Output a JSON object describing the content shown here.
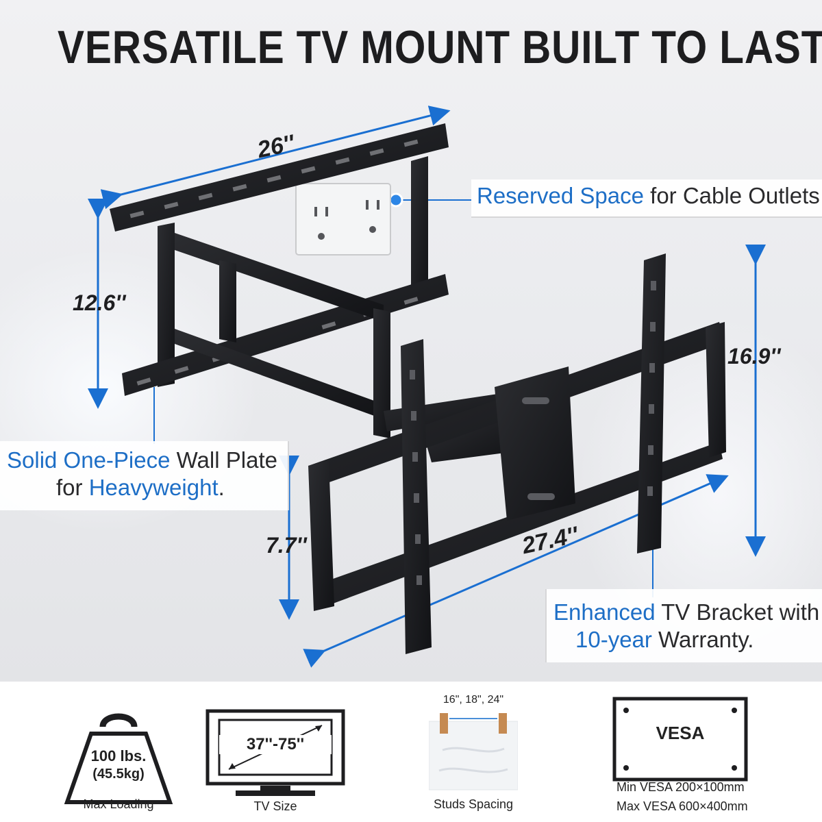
{
  "headline": "VERSATILE TV MOUNT BUILT TO LAST",
  "dimensions": {
    "wall_plate_width": "26''",
    "wall_plate_height": "12.6''",
    "bracket_height": "16.9''",
    "arm_depth": "7.7''",
    "bracket_width": "27.4''"
  },
  "callouts": {
    "cable": {
      "highlight": "Reserved Space",
      "text": " for Cable Outlets"
    },
    "plate": {
      "highlight1": "Solid One-Piece",
      "text1": " Wall Plate",
      "text2a": "for ",
      "highlight2": "Heavyweight",
      "text2b": "."
    },
    "bracket": {
      "highlight1": "Enhanced",
      "text1": " TV Bracket with",
      "highlight2": "10-year",
      "text2": " Warranty."
    }
  },
  "features": {
    "weight": {
      "value": "100 lbs.",
      "sub": "(45.5kg)",
      "label": "Max Loading",
      "icon": "weight-icon"
    },
    "tv_size": {
      "value": "37''-75''",
      "label": "TV Size",
      "icon": "tv-icon"
    },
    "studs": {
      "value": "16\", 18\", 24\"",
      "label": "Studs Spacing",
      "icon": "studs-icon"
    },
    "vesa": {
      "value": "VESA",
      "min": "Min VESA 200×100mm",
      "max": "Max VESA 600×400mm",
      "icon": "vesa-icon"
    }
  },
  "colors": {
    "accent": "#1d6ec6",
    "arrow": "#1a6fd1",
    "metal": "#1b1c1f"
  }
}
